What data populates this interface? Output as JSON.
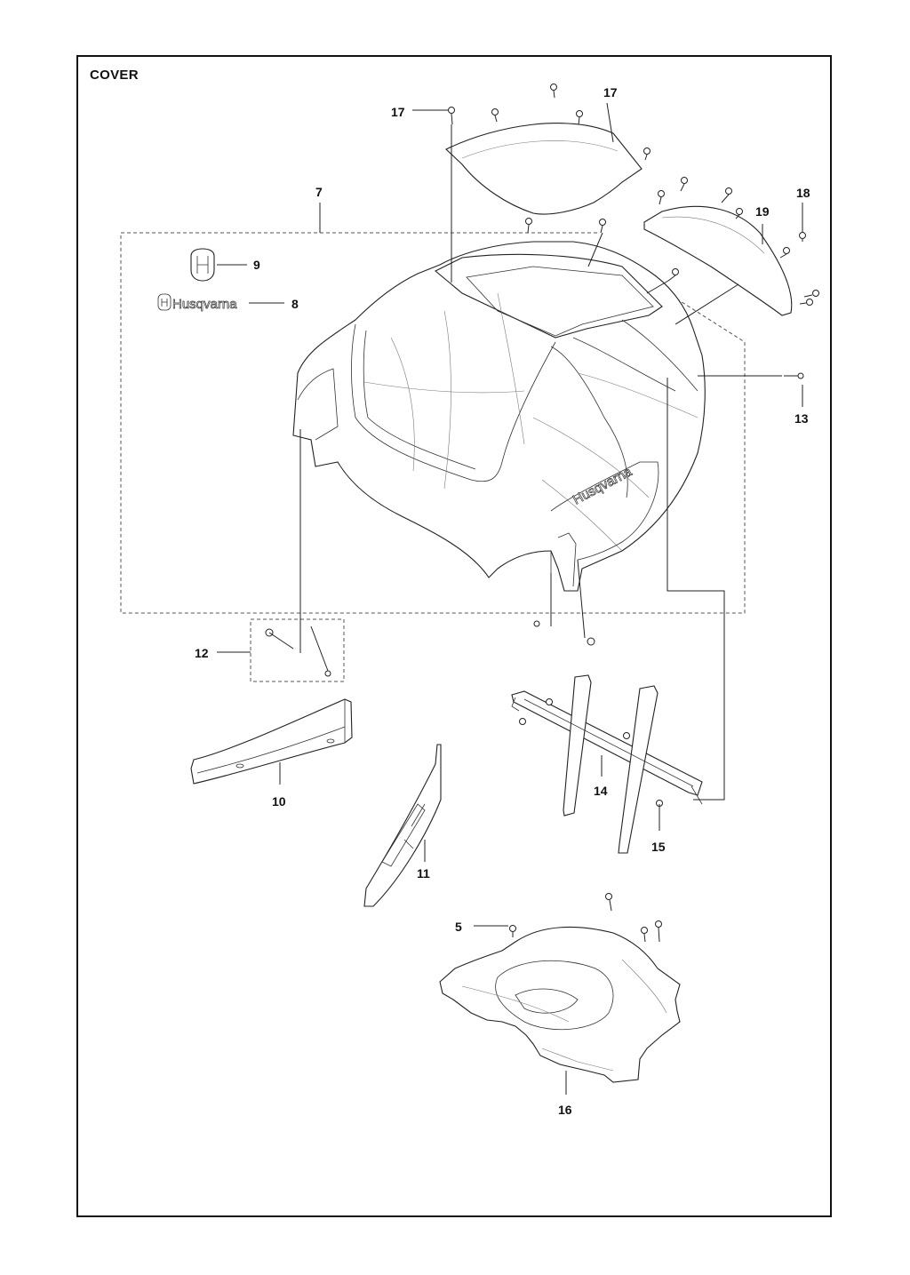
{
  "title": "COVER",
  "brand": "Husqvarna",
  "callouts": [
    {
      "id": "c5",
      "number": "5"
    },
    {
      "id": "c7",
      "number": "7"
    },
    {
      "id": "c8",
      "number": "8"
    },
    {
      "id": "c9",
      "number": "9"
    },
    {
      "id": "c10",
      "number": "10"
    },
    {
      "id": "c11",
      "number": "11"
    },
    {
      "id": "c12",
      "number": "12"
    },
    {
      "id": "c13",
      "number": "13"
    },
    {
      "id": "c14",
      "number": "14"
    },
    {
      "id": "c15",
      "number": "15"
    },
    {
      "id": "c16",
      "number": "16"
    },
    {
      "id": "c17a",
      "number": "17"
    },
    {
      "id": "c17b",
      "number": "17"
    },
    {
      "id": "c18",
      "number": "18"
    },
    {
      "id": "c19",
      "number": "19"
    }
  ]
}
